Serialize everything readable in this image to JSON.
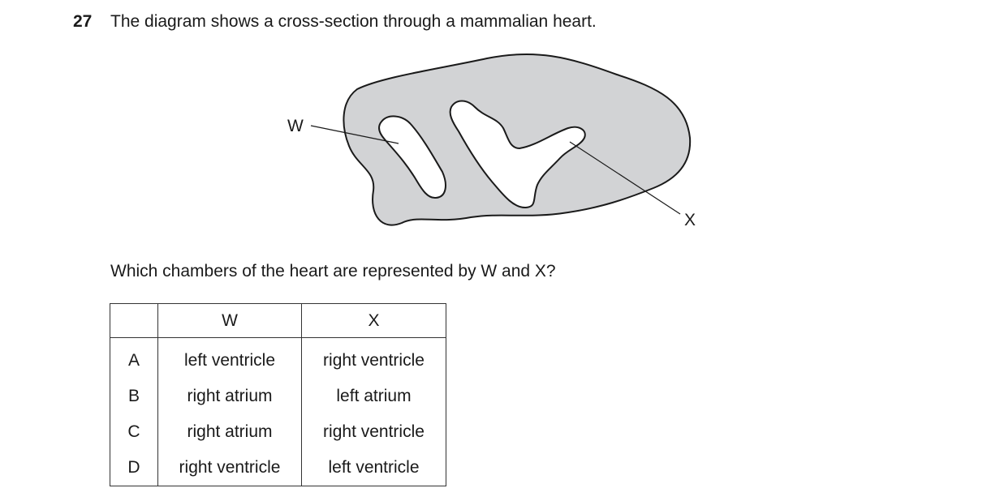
{
  "question": {
    "number": "27",
    "stem": "The diagram shows a cross-section through a mammalian heart.",
    "prompt": "Which chambers of the heart are represented by W and X?"
  },
  "diagram": {
    "label_w": "W",
    "label_x": "X",
    "tissue_color": "#d2d3d5",
    "outline_color": "#1a1a1a"
  },
  "table": {
    "headers": [
      "",
      "W",
      "X"
    ],
    "rows": [
      {
        "option": "A",
        "w": "left ventricle",
        "x": "right ventricle"
      },
      {
        "option": "B",
        "w": "right atrium",
        "x": "left atrium"
      },
      {
        "option": "C",
        "w": "right atrium",
        "x": "right ventricle"
      },
      {
        "option": "D",
        "w": "right ventricle",
        "x": "left ventricle"
      }
    ]
  }
}
